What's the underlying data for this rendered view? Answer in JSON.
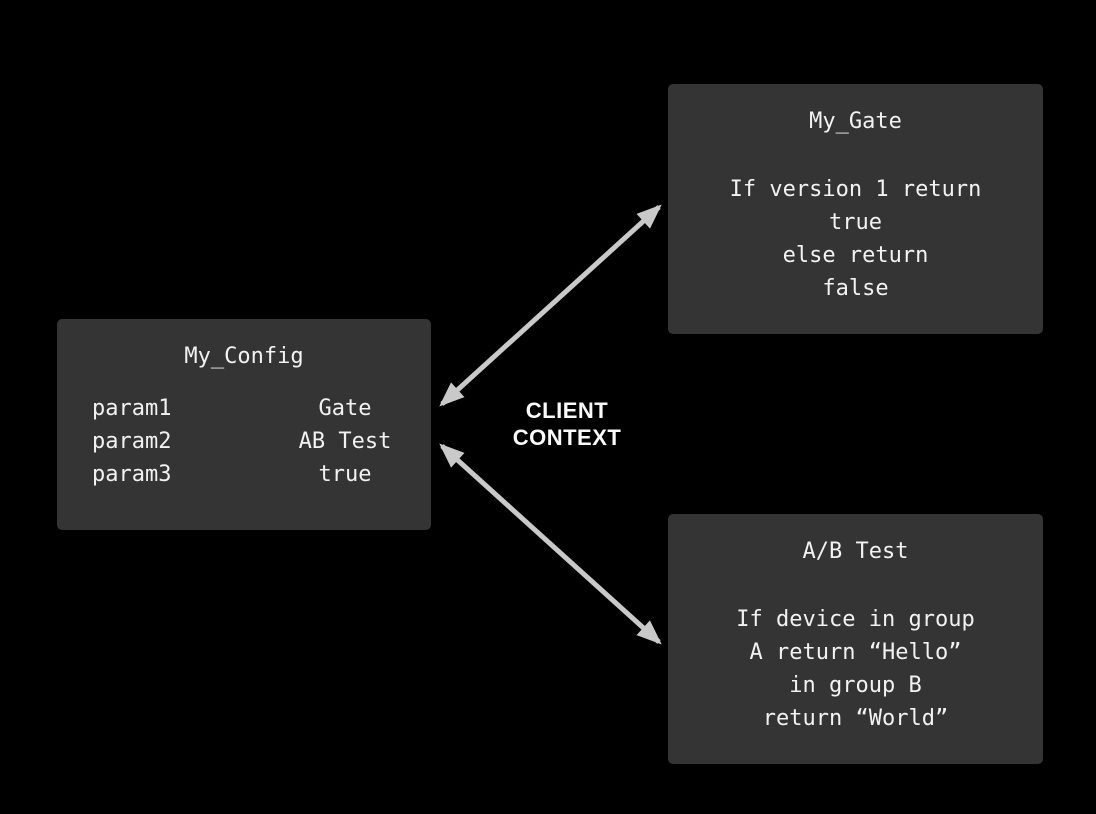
{
  "colors": {
    "canvas-bg": "#000000",
    "node-bg": "#343434",
    "node-text": "#f2f2f2",
    "arrow": "#c9c9c9",
    "label-text": "#fafafa"
  },
  "nodes": {
    "config": {
      "title": "My_Config",
      "params": [
        {
          "name": "param1",
          "value": "Gate"
        },
        {
          "name": "param2",
          "value": "AB Test"
        },
        {
          "name": "param3",
          "value": "true"
        }
      ]
    },
    "gate": {
      "title": "My_Gate",
      "body": "If version 1 return\ntrue\nelse return\nfalse"
    },
    "ab_test": {
      "title": "A/B Test",
      "body": "If device in group\nA return “Hello”\nin group B\nreturn “World”"
    }
  },
  "center_label": "CLIENT CONTEXT"
}
